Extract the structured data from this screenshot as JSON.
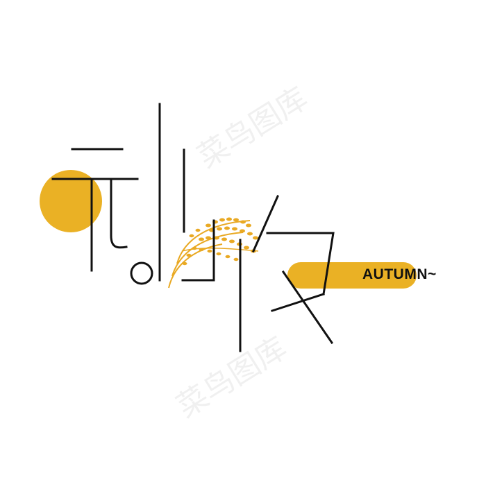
{
  "artwork": {
    "title_chars": [
      "秋",
      "收"
    ],
    "subtitle": "AUTUMN~",
    "colors": {
      "accent": "#EAB125",
      "grain": "#E9A923",
      "stroke": "#111111",
      "background": "#FFFFFF"
    }
  },
  "watermark": {
    "text": "菜鸟图库"
  }
}
